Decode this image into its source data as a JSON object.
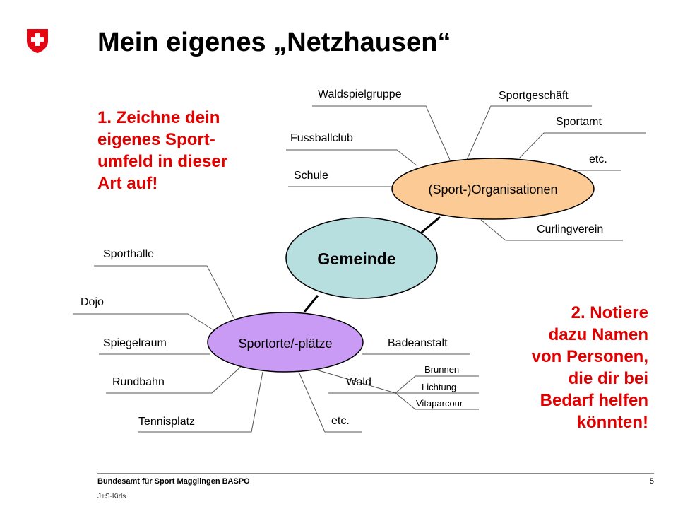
{
  "title": "Mein eigenes „Netzhausen“",
  "colors": {
    "instruction_red": "#e00000",
    "logo_red": "#e30613",
    "center_fill": "#b8dfe0",
    "organisations_fill": "#fccb95",
    "sportorte_fill": "#c99bf5"
  },
  "logo": {
    "icon": "swiss-cross-shield-icon"
  },
  "diagram": {
    "center": "Gemeinde",
    "organisations": {
      "label": "(Sport-)Organisationen",
      "items": [
        "Waldspielgruppe",
        "Sportgeschäft",
        "Sportamt",
        "Fussballclub",
        "etc.",
        "Schule",
        "Curlingverein"
      ]
    },
    "sportorte": {
      "label": "Sportorte/-plätze",
      "items": [
        "Sporthalle",
        "Dojo",
        "Spiegelraum",
        "Badeanstalt",
        "Rundbahn",
        "Wald",
        "Tennisplatz",
        "etc."
      ],
      "wald_sub": [
        "Brunnen",
        "Lichtung",
        "Vitaparcour"
      ]
    }
  },
  "instructions": {
    "first": [
      "1. Zeichne dein",
      "eigenes Sport-",
      "umfeld in dieser",
      "Art auf!"
    ],
    "second": [
      "2. Notiere",
      "dazu Namen",
      "von Personen,",
      "die dir bei",
      "Bedarf helfen",
      "könnten!"
    ]
  },
  "footer": {
    "organisation": "Bundesamt für Sport Magglingen BASPO",
    "subtitle": "J+S-Kids",
    "page_number": "5"
  }
}
